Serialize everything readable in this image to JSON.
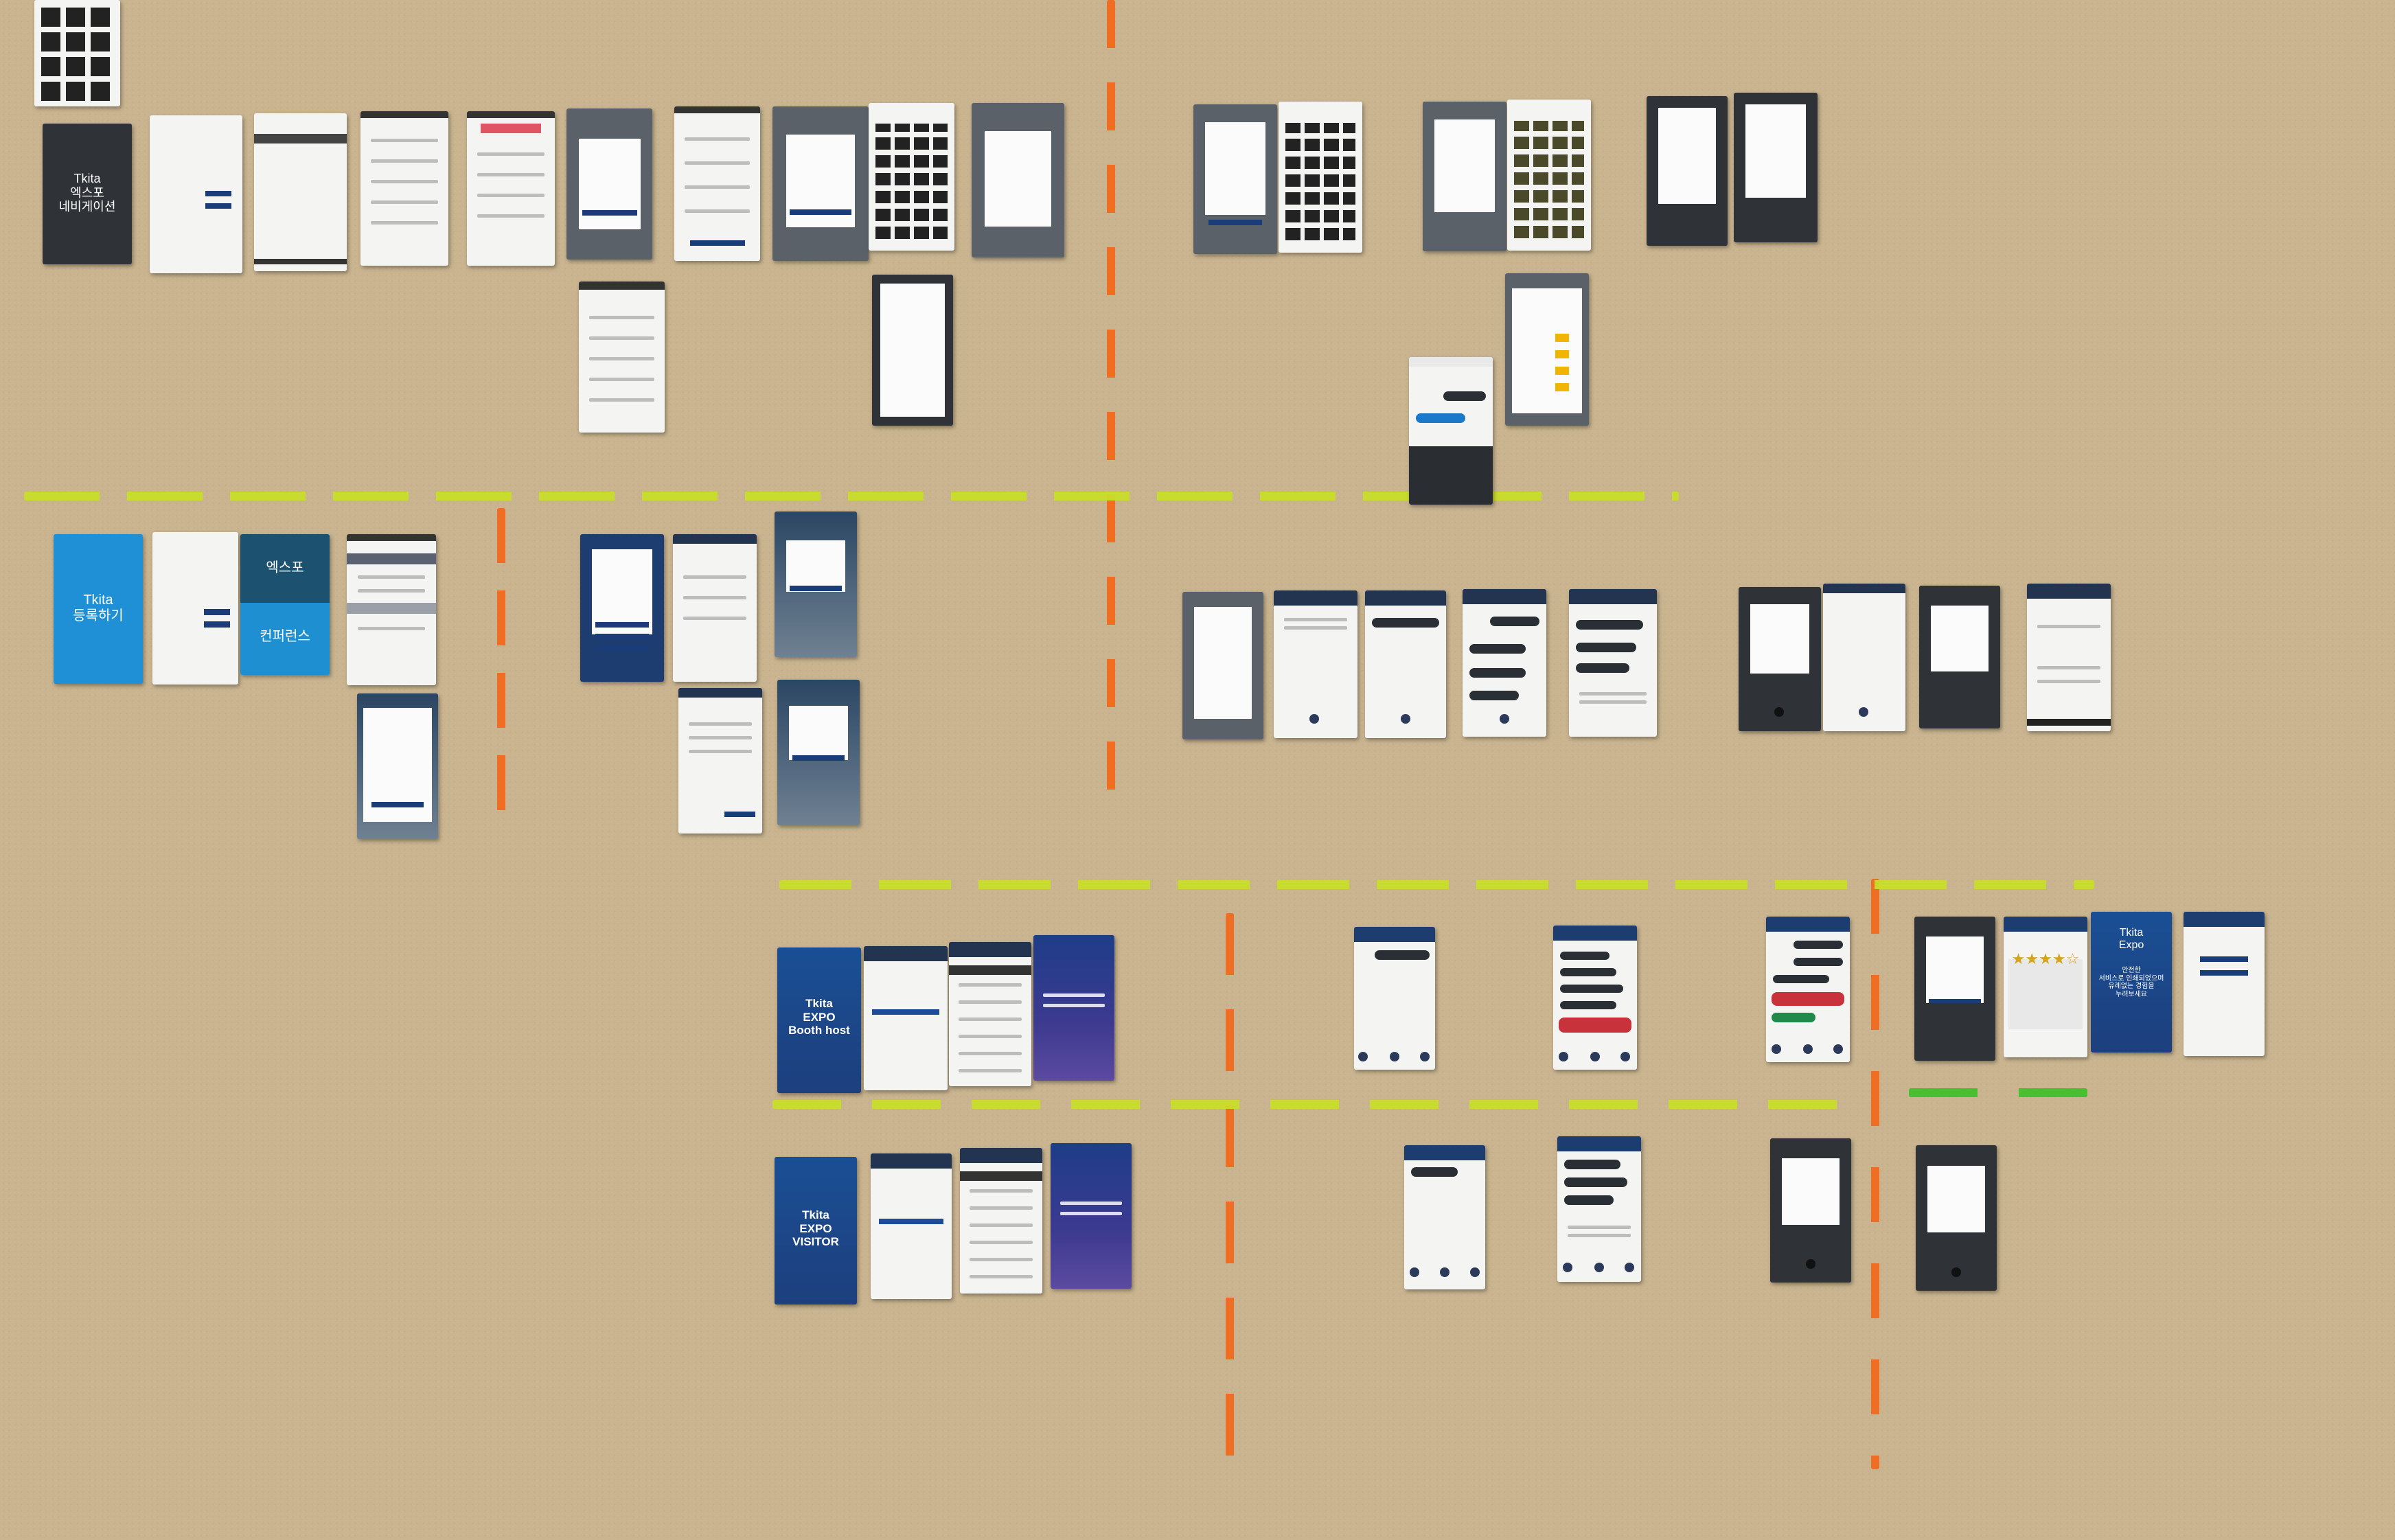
{
  "labels": {
    "tkita_expo_navigation": "Tkita\n엑스포\n네비게이션",
    "tkita_register": "Tkita\n등록하기",
    "expo": "엑스포",
    "conference": "컨퍼런스",
    "booth_host": "Tkita\nEXPO\nBooth host",
    "visitor": "Tkita\nEXPO\nVISITOR",
    "tkita_expo_end": "Tkita\nExpo",
    "tkita_expo_end_sub": "안전한\n서비스로 인쇄되었으며\n유례없는 경험을\n누려보세요"
  },
  "colors": {
    "wall": "#c9b48f",
    "orange_tape": "#f26a1e",
    "yellow_tape": "#c8dd2a",
    "green_tape": "#42c02c",
    "navy": "#1d3d70",
    "rating_star": "#d7a31a"
  },
  "rating": {
    "value": 4,
    "max": 5
  }
}
